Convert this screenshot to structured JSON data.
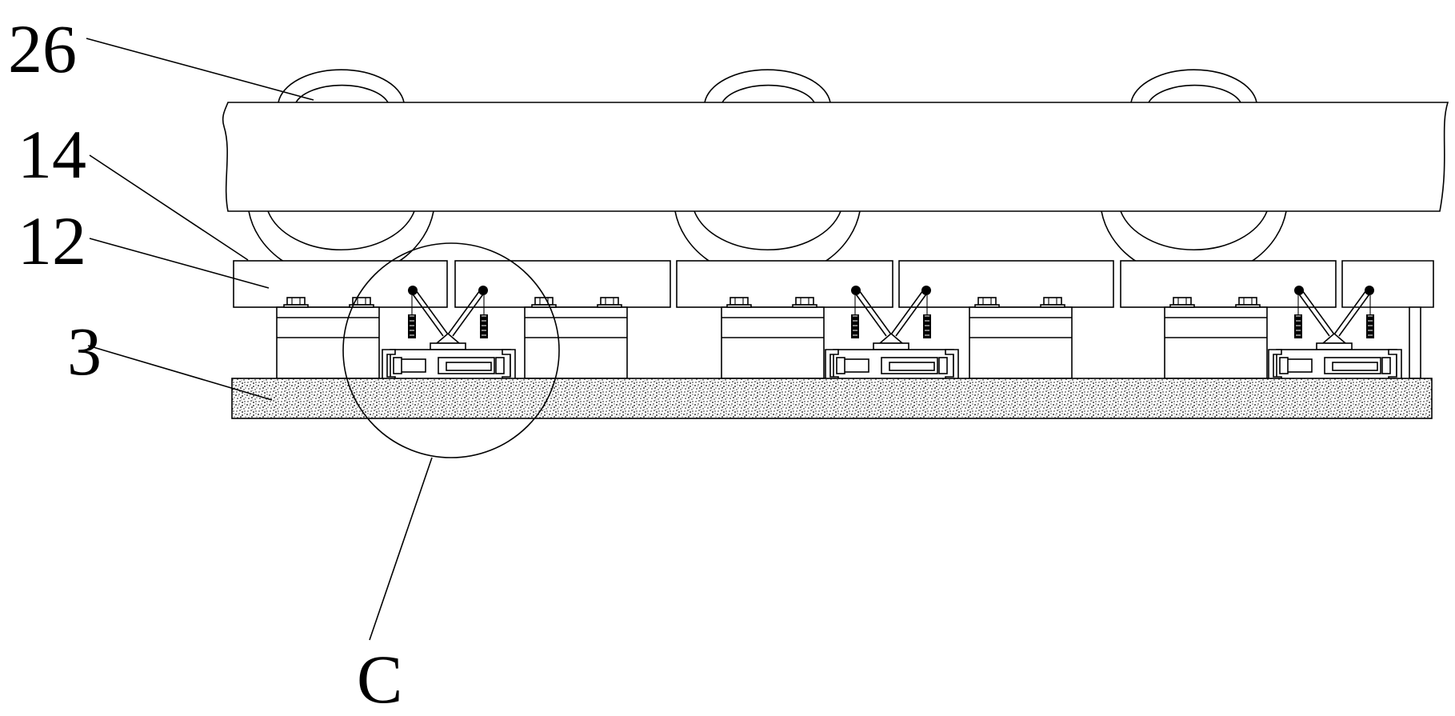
{
  "figure": {
    "labels": [
      {
        "id": "label-26",
        "text": "26"
      },
      {
        "id": "label-14",
        "text": "14"
      },
      {
        "id": "label-12",
        "text": "12"
      },
      {
        "id": "label-3",
        "text": "3"
      },
      {
        "id": "label-c",
        "text": "C"
      }
    ],
    "detail_circle": "C"
  },
  "colors": {
    "line": "#000000",
    "background": "#ffffff",
    "stipple": "#000000"
  }
}
